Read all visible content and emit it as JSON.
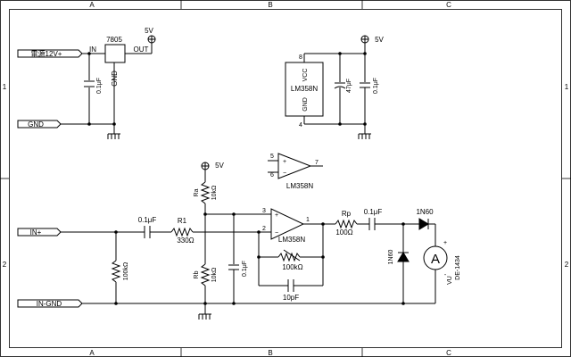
{
  "frame": {
    "columns": [
      "A",
      "B",
      "C"
    ],
    "rows": [
      "1",
      "2"
    ]
  },
  "ports": {
    "power_in": "電源12V+",
    "gnd": "GND",
    "in_plus": "IN+",
    "in_gnd": "IN-GND"
  },
  "regulator": {
    "name": "7805",
    "pin_in": "IN",
    "pin_out": "OUT",
    "pin_gnd": "GND",
    "cap": "0.1μF",
    "vout": "5V"
  },
  "opamp_supply": {
    "chip": "LM358N",
    "pin_vcc": "VCC",
    "pin_gnd": "GND",
    "pin8": "8",
    "pin4": "4",
    "cap1": "47μF",
    "cap2": "0.1μF",
    "vcc": "5V"
  },
  "unused_amp": {
    "chip": "LM358N",
    "pin5": "5",
    "pin6": "6",
    "pin7": "7"
  },
  "amplifier": {
    "vcc": "5V",
    "ra_name": "Ra",
    "ra_value": "10kΩ",
    "rb_name": "Rb",
    "rb_value": "10kΩ",
    "c_in": "0.1μF",
    "r1_name": "R1",
    "r1_value": "330Ω",
    "r_in": "100kΩ",
    "c_bias": "0.1μF",
    "pin3": "3",
    "pin2": "2",
    "pin1": "1",
    "chip": "LM358N",
    "rf_value": "100kΩ",
    "cf_value": "10pF"
  },
  "output": {
    "rp_name": "Rp",
    "rp_value": "100Ω",
    "c_out": "0.1μF",
    "d1": "1N60",
    "d2": "1N60",
    "meter_symbol": "A",
    "meter_name": "VU",
    "meter_model": "DE-1434",
    "meter_plus": "+",
    "meter_minus": "-"
  }
}
